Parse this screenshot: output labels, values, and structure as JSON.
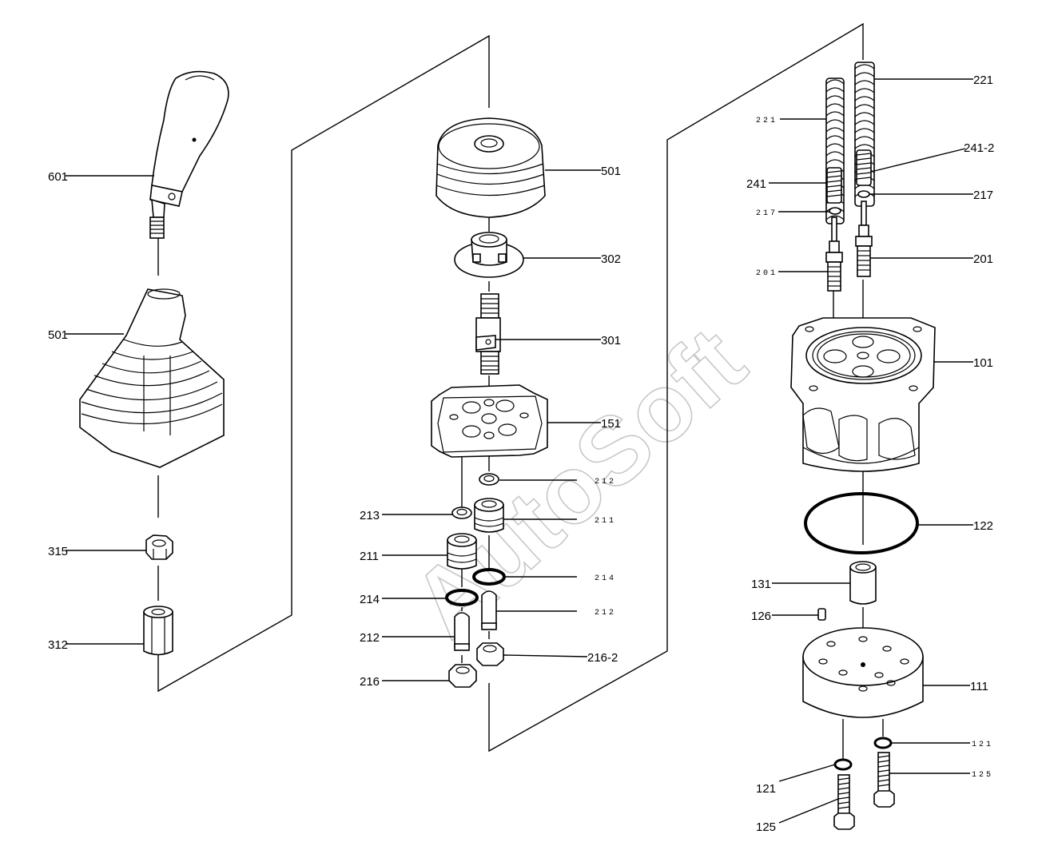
{
  "watermark": "AutoSoft",
  "labels": {
    "l601": "601",
    "l501a": "501",
    "l315": "315",
    "l312": "312",
    "l501b": "501",
    "l302": "302",
    "l301": "301",
    "l151": "151",
    "l212a": "212",
    "l213": "213",
    "l211a": "211",
    "l211b": "211",
    "l214a": "214",
    "l214b": "214",
    "l212b": "212",
    "l212c": "212",
    "l2162": "216-2",
    "l216": "216",
    "l221a": "221",
    "l221b": "221",
    "l2412": "241-2",
    "l241": "241",
    "l217a": "217",
    "l217b": "217",
    "l201a": "201",
    "l201b": "201",
    "l101": "101",
    "l122": "122",
    "l131": "131",
    "l126": "126",
    "l111": "111",
    "l121a": "121",
    "l121b": "121",
    "l125a": "125",
    "l125b": "125"
  }
}
